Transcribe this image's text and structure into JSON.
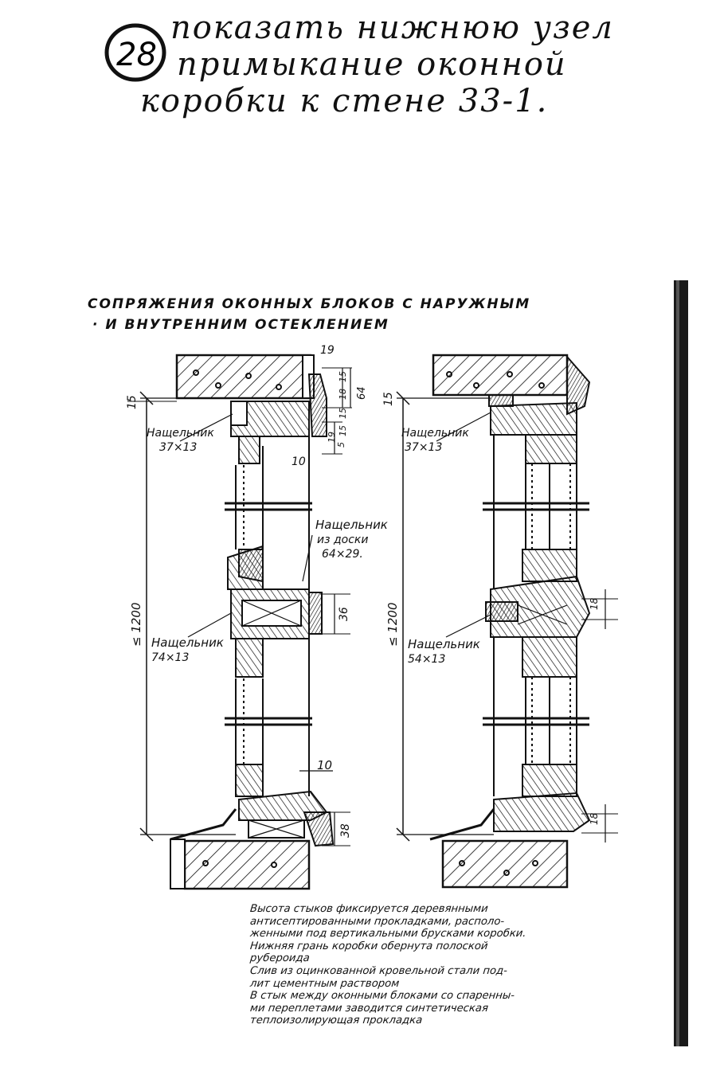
{
  "handwritten": {
    "number": "28",
    "line1": "показать нижнюю узел",
    "line2": "примыкание оконной",
    "line3": "коробки к стене 33-1."
  },
  "title": {
    "line1": "СОПРЯЖЕНИЯ ОКОННЫХ БЛОКОВ С НАРУЖНЫМ",
    "line2": "И ВНУТРЕННИМ ОСТЕКЛЕНИЕМ"
  },
  "left_drawing": {
    "nash1": [
      "Нащельник",
      "37×13"
    ],
    "nash2": [
      "Нащельник",
      "из доски",
      "64×29."
    ],
    "nash3": [
      "Нащельник",
      "74×13"
    ],
    "height": "≤ 1200",
    "dims": {
      "d19": "19",
      "d15a": "15",
      "d18": "18",
      "d64": "64",
      "d15b": "15",
      "d15c": "15",
      "d19b": "19",
      "d5": "5",
      "d10a": "10",
      "d36": "36",
      "d10b": "10",
      "d38": "38",
      "d15left": "15"
    }
  },
  "right_drawing": {
    "nash1": [
      "Нащельник",
      "37×13"
    ],
    "nash2": [
      "Нащельник",
      "54×13"
    ],
    "height": "≤ 1200",
    "dims": {
      "d15left": "15",
      "d18a": "18",
      "d18b": "18"
    }
  },
  "notes": [
    "Высота стыков фиксируется деревянными",
    "антисептированными прокладками, располо-",
    "женными под вертикальными брусками коробки.",
    "Нижняя грань коробки обернута полоской",
    "рубероида",
    "Слив из оцинкованной кровельной стали под-",
    "лит цементным раствором",
    "В стык между оконными блоками со спаренны-",
    "ми переплетами заводится синтетическая",
    "теплоизолирующая прокладка"
  ]
}
